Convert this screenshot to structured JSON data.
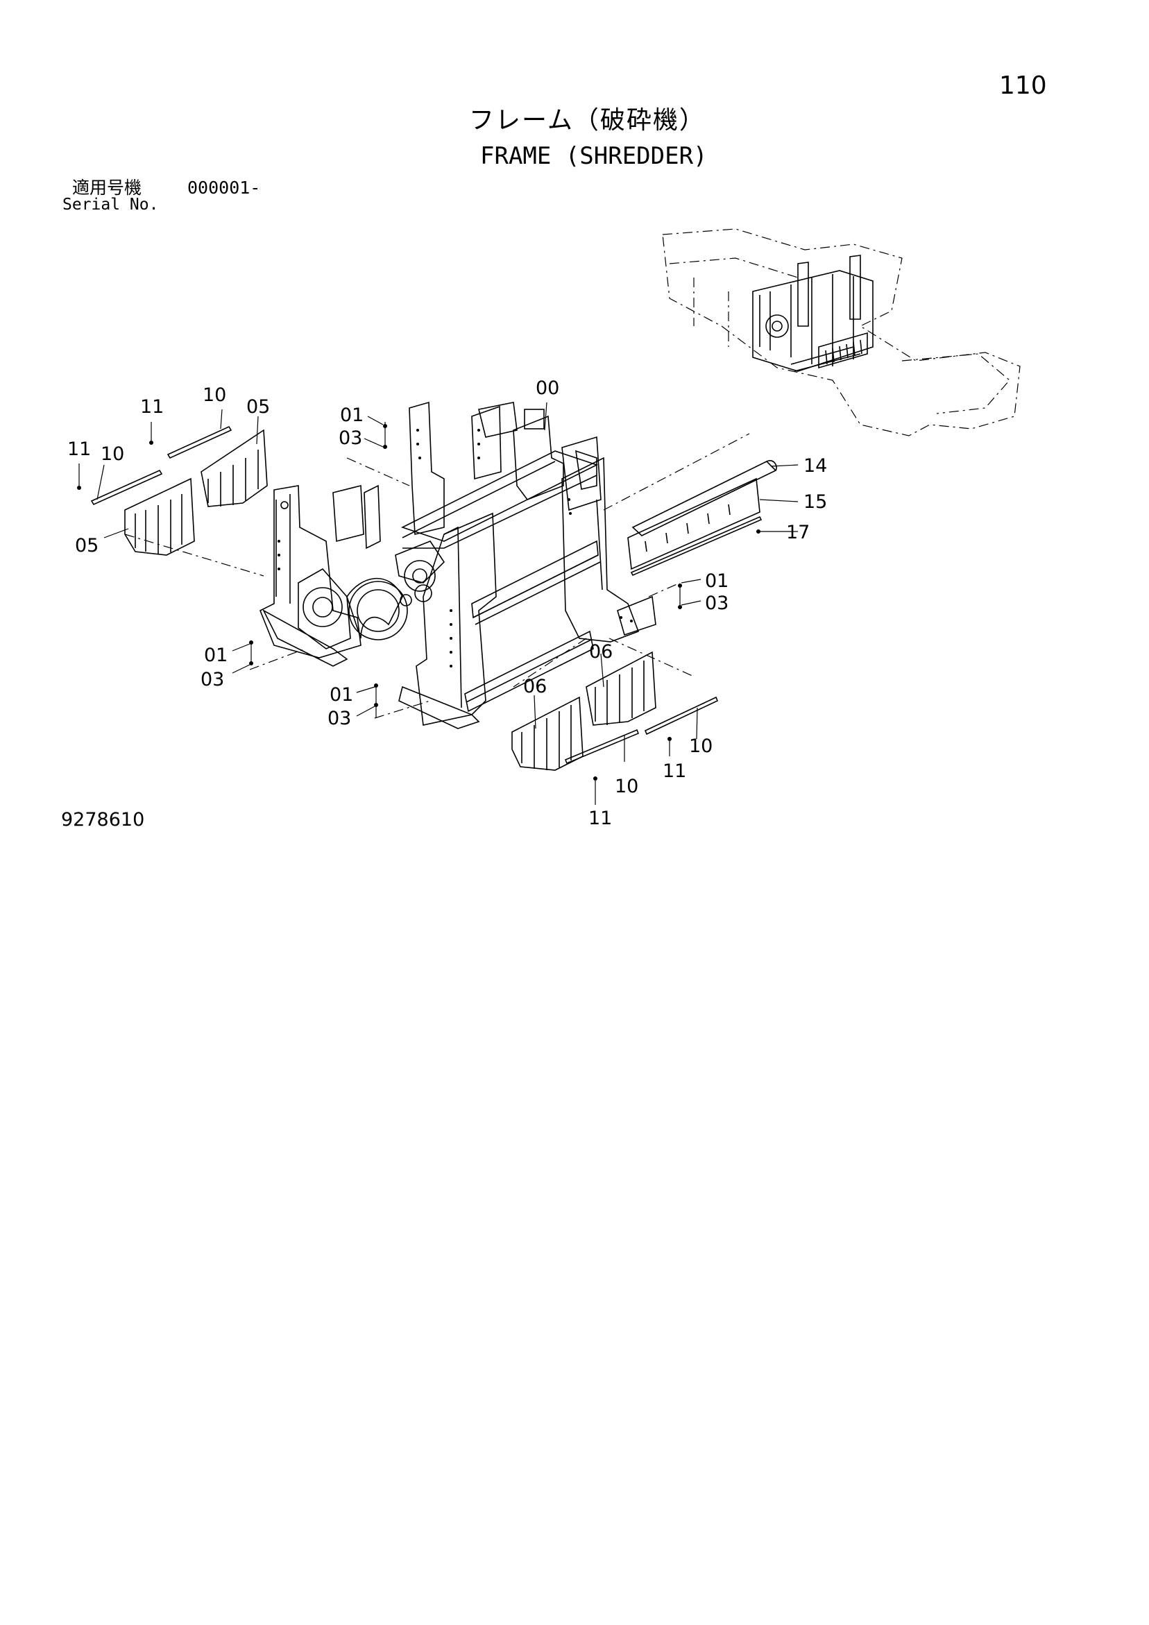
{
  "page_number": "110",
  "title_ja": "フレーム（破砕機）",
  "title_en": "FRAME (SHREDDER)",
  "serial": {
    "label_ja": "適用号機",
    "range": "000001-",
    "label_en": "Serial No."
  },
  "drawing_number": "9278610",
  "callouts": {
    "c_11_a": "11",
    "c_10_a": "10",
    "c_11_b": "11",
    "c_10_b": "10",
    "c_05_a": "05",
    "c_05_b": "05",
    "c_01_a": "01",
    "c_03_a": "03",
    "c_00": "00",
    "c_14": "14",
    "c_15": "15",
    "c_17": "17",
    "c_01_b": "01",
    "c_03_b": "03",
    "c_01_c": "01",
    "c_03_c": "03",
    "c_01_d": "01",
    "c_03_d": "03",
    "c_06_a": "06",
    "c_06_b": "06",
    "c_10_c": "10",
    "c_11_c": "11",
    "c_10_d": "10",
    "c_11_d": "11"
  }
}
